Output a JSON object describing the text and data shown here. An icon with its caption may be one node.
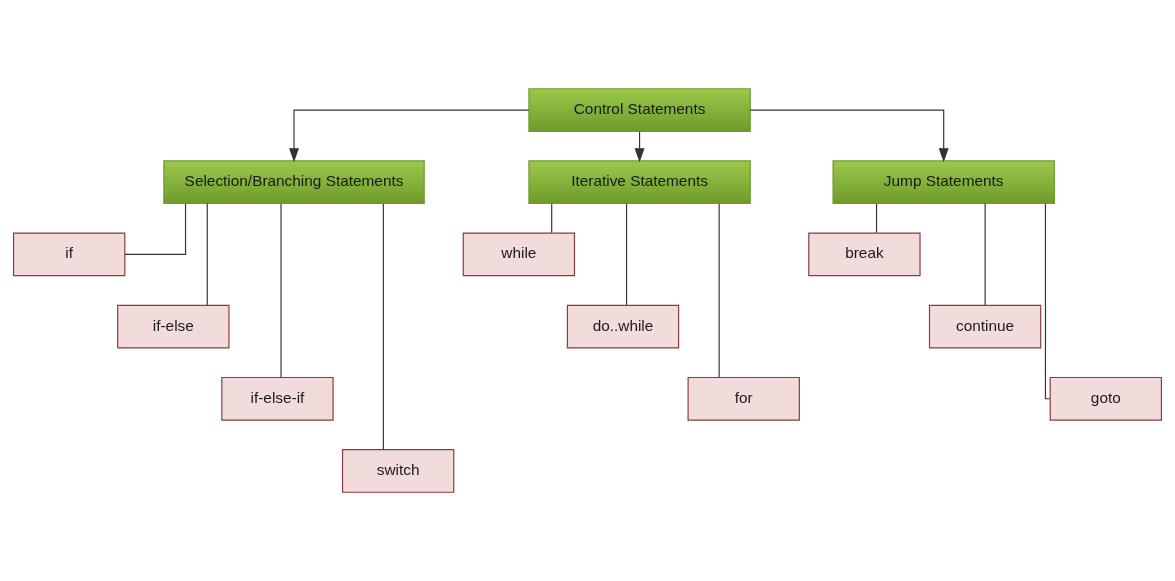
{
  "diagram": {
    "nodes": [
      {
        "text": [
          "Control Statements"
        ]
      },
      {
        "text": [
          "Selection/Branching Statements"
        ]
      },
      {
        "text": [
          "Iterative Statements"
        ]
      },
      {
        "text": [
          "Jump Statements"
        ]
      },
      {
        "text": [
          "if"
        ]
      },
      {
        "text": [
          "if-else"
        ]
      },
      {
        "text": [
          "if-else-if"
        ]
      },
      {
        "text": [
          "switch"
        ]
      },
      {
        "text": [
          "while"
        ]
      },
      {
        "text": [
          "do..while"
        ]
      },
      {
        "text": [
          "for"
        ]
      },
      {
        "text": [
          "break"
        ]
      },
      {
        "text": [
          "continue"
        ]
      },
      {
        "text": [
          "goto"
        ]
      }
    ],
    "edges": [
      {
        "from": 0,
        "to": 1,
        "arrow": "to"
      },
      {
        "from": 0,
        "to": 2,
        "arrow": "to"
      },
      {
        "from": 0,
        "to": 3,
        "arrow": "to"
      },
      {
        "from": 1,
        "to": 4,
        "arrow": "none"
      },
      {
        "from": 1,
        "to": 5,
        "arrow": "none"
      },
      {
        "from": 1,
        "to": 6,
        "arrow": "none"
      },
      {
        "from": 1,
        "to": 7,
        "arrow": "none"
      },
      {
        "from": 2,
        "to": 8,
        "arrow": "none"
      },
      {
        "from": 2,
        "to": 9,
        "arrow": "none"
      },
      {
        "from": 2,
        "to": 10,
        "arrow": "none"
      },
      {
        "from": 3,
        "to": 11,
        "arrow": "none"
      },
      {
        "from": 3,
        "to": 12,
        "arrow": "none"
      },
      {
        "from": 3,
        "to": 13,
        "arrow": "none"
      }
    ]
  }
}
